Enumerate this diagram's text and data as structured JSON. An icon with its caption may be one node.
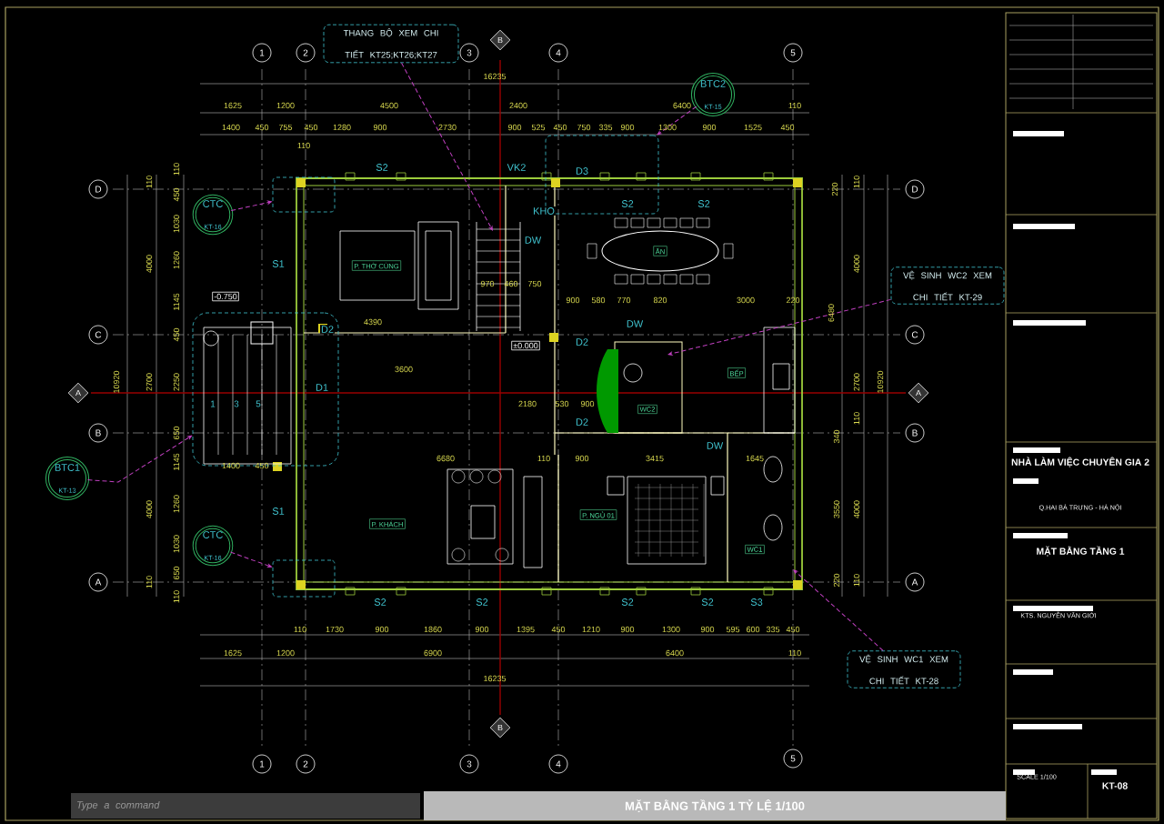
{
  "diagram": {
    "title": "MẶT BẰNG TẦNG 1 TỶ LỆ 1/100",
    "nodes": [
      {
        "text": [
          "THANG BỘ XEM CHI TIẾT KT25;KT26;KT27"
        ]
      },
      {
        "text": [
          "BTC2",
          "KT-15"
        ]
      },
      {
        "text": [
          "CTC",
          "KT-16"
        ]
      },
      {
        "text": [
          "BTC1",
          "KT-13"
        ]
      },
      {
        "text": [
          "CTC",
          "KT-16"
        ]
      },
      {
        "text": [
          "VỆ SINH WC2 XEM CHI TIẾT KT-29"
        ]
      },
      {
        "text": [
          "VỆ SINH WC1 XEM CHI TIẾT KT-28"
        ]
      },
      {
        "text": [],
        "shape": "box"
      },
      {
        "text": [],
        "shape": "box"
      },
      {
        "text": [],
        "shape": "box"
      },
      {
        "text": [],
        "shape": "box"
      }
    ],
    "edges": [
      {
        "from": 0,
        "to": null,
        "arrow": "to"
      },
      {
        "from": 1,
        "to": 8,
        "arrow": "to"
      },
      {
        "from": 2,
        "to": 7,
        "arrow": "to"
      },
      {
        "from": 3,
        "to": 9,
        "arrow": "to"
      },
      {
        "from": 4,
        "to": 10,
        "arrow": "to"
      },
      {
        "from": 5,
        "to": null,
        "arrow": "to"
      },
      {
        "from": 6,
        "to": null,
        "arrow": "to"
      }
    ],
    "labels": [
      "1",
      "2",
      "3",
      "B",
      "4",
      "5",
      "16235",
      "1625",
      "1200",
      "4500",
      "2400",
      "6400",
      "110",
      "1400",
      "450",
      "755",
      "450",
      "1280",
      "900",
      "2730",
      "900",
      "525",
      "450",
      "750",
      "335",
      "900",
      "1300",
      "900",
      "1525",
      "450",
      "110",
      "S2",
      "VK2",
      "D3",
      "D",
      "D",
      "10920",
      "110",
      "4000",
      "2700",
      "110",
      "450",
      "1030",
      "1260",
      "1145",
      "450",
      "2250",
      "220",
      "110",
      "4000",
      "6480",
      "2700",
      "10920",
      "KHO",
      "S2",
      "S2",
      "P. THỜ CÙNG",
      "ĂN",
      "S1",
      "DW",
      "970",
      "460",
      "750",
      "-0.750",
      "900",
      "580",
      "770",
      "820",
      "3000",
      "220",
      "4390",
      "DW",
      "C",
      "D2",
      "±0.000",
      "D2",
      "C",
      "3600",
      "BẾP",
      "1",
      "3",
      "5",
      "D1",
      "A",
      "A",
      "2180",
      "530",
      "900",
      "D2",
      "WC2",
      "B",
      "B",
      "340",
      "110",
      "DW",
      "1400",
      "450",
      "6680",
      "110",
      "900",
      "3415",
      "1645",
      "650",
      "1145",
      "1260",
      "1030",
      "650",
      "110",
      "4000",
      "110",
      "S1",
      "P. KHÁCH",
      "P. NGỦ 01",
      "3550",
      "4000",
      "WC1",
      "A",
      "220",
      "110",
      "A",
      "S2",
      "S2",
      "S2",
      "S2",
      "S3",
      "110",
      "1730",
      "900",
      "1860",
      "900",
      "1395",
      "450",
      "1210",
      "900",
      "1300",
      "900",
      "595",
      "600",
      "335",
      "450",
      "1625",
      "1200",
      "6900",
      "6400",
      "110",
      "16235",
      "B",
      "1",
      "2",
      "3",
      "4",
      "5",
      "NHÀ LÀM VIỆC CHUYÊN GIA 2",
      "Q.HAI BÀ TRƯNG - HÀ NỘI",
      "MẶT BẰNG TẦNG 1",
      "KTS. NGUYỄN VĂN GIỚI",
      "SCALE 1/100",
      "KT-08",
      "Type a command"
    ]
  }
}
